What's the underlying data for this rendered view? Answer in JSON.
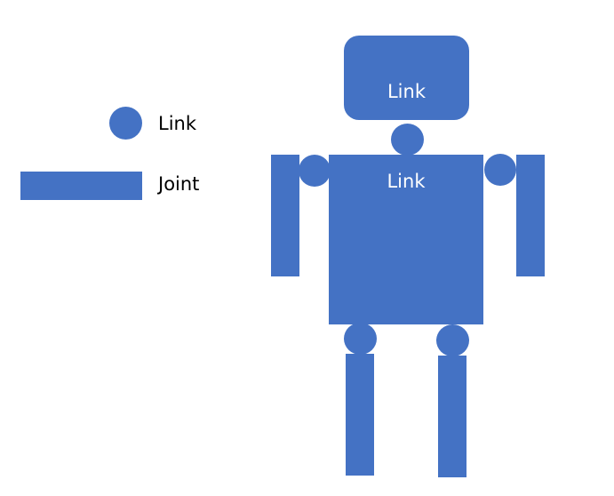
{
  "legend": {
    "circle_label": "Link",
    "rect_label": "Joint"
  },
  "robot": {
    "head_label": "Link",
    "torso_label": "Link"
  },
  "colors": {
    "shape_fill": "#4472C4",
    "background": "#FFFFFF"
  }
}
